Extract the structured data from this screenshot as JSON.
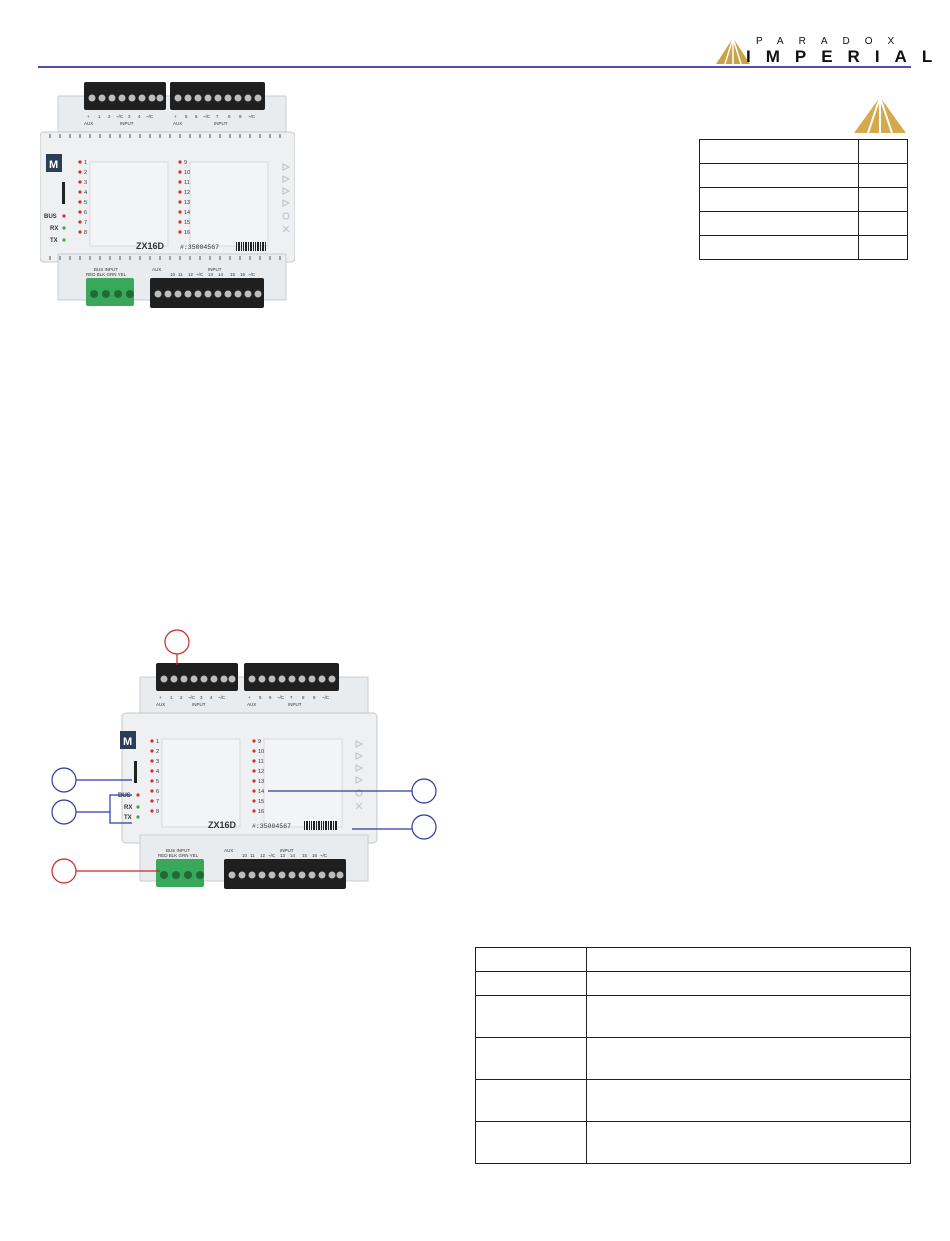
{
  "header": {
    "brand_top": "PARADOX",
    "brand_main": "IMPERIAL"
  },
  "module": {
    "model": "ZX16D",
    "serial": "#:35004567",
    "top_left_labels": [
      "+",
      "1",
      "2",
      "~/C",
      "3",
      "4",
      "~/C"
    ],
    "top_left_caption_aux": "AUX",
    "top_left_caption_input": "INPUT",
    "top_right_labels": [
      "+",
      "5",
      "6",
      "~/C",
      "7",
      "8",
      "9",
      "~/C"
    ],
    "top_right_caption_aux": "AUX",
    "top_right_caption_input": "INPUT",
    "bottom_bus_caption": "BUS INPUT",
    "bottom_bus_colors": "RED BLK GRN YEL",
    "bottom_aux": "AUX",
    "bottom_input": "INPUT",
    "bottom_labels": [
      "10",
      "11",
      "12",
      "~/C",
      "13",
      "14",
      "15",
      "16",
      "~/C"
    ],
    "leds_left": [
      "1",
      "2",
      "3",
      "4",
      "5",
      "6",
      "7",
      "8"
    ],
    "leds_right": [
      "9",
      "10",
      "11",
      "12",
      "13",
      "14",
      "15",
      "16"
    ],
    "status": [
      "BUS",
      "RX",
      "TX"
    ]
  },
  "colors": {
    "rule": "#4a4fb4",
    "callout_red": "#c62828",
    "callout_blue": "#2a3aa8",
    "terminal_black": "#1f1f1f",
    "terminal_green": "#3aa85a",
    "led_red": "#d32f2f",
    "led_green": "#43a047",
    "logo_gold": "#c9a24a"
  },
  "small_table": {
    "rows": 5
  },
  "big_table": {
    "rows": 6
  }
}
